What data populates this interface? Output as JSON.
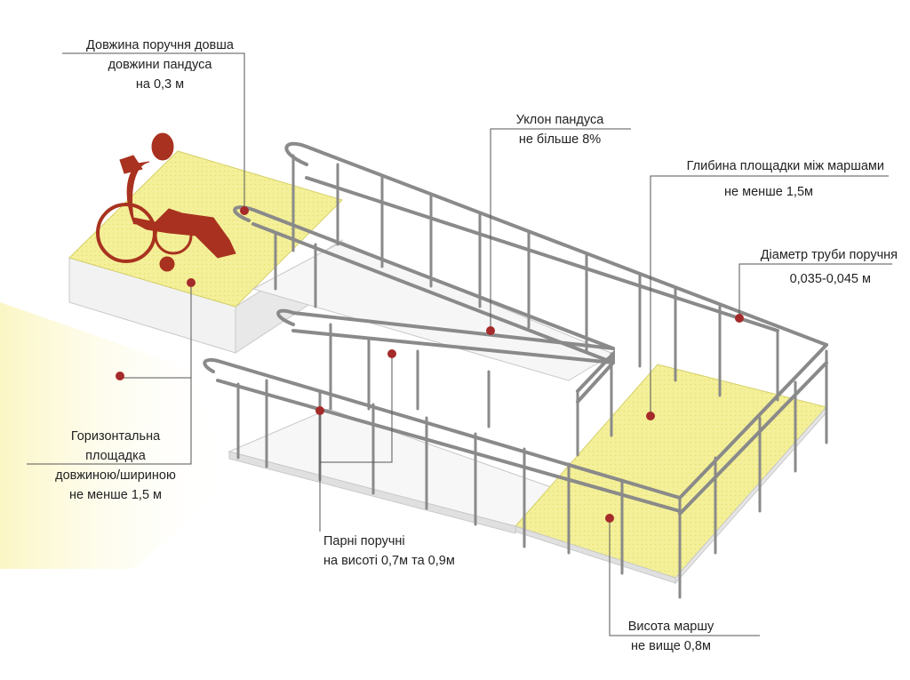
{
  "colors": {
    "platform_fill": "#f4f09a",
    "platform_dots": "#e7df6a",
    "rail": "#8a8a8a",
    "rail_light": "#e9e9e9",
    "slab_side": "#f2f2f2",
    "marker": "#a52a2a",
    "figure": "#a8321f",
    "leader_line": "#555555",
    "ground_glow": "#fbf6c4"
  },
  "annotations": {
    "handrail_length": [
      "Довжина поручня довша",
      "довжини пандуса",
      "на 0,3 м"
    ],
    "ramp_slope": [
      "Уклон пандуса",
      "не більше 8%"
    ],
    "landing_depth": [
      "Глибина площадки між маршами",
      "не менше 1,5м"
    ],
    "pipe_diameter": [
      "Діаметр труби поручня",
      "0,035-0,045 м"
    ],
    "horizontal_platform": [
      "Горизонтальна",
      "площадка",
      "довжиною/шириною",
      "не менше 1,5 м"
    ],
    "paired_handrails": [
      "Парні поручні",
      "на висоті 0,7м та 0,9м"
    ],
    "flight_height": [
      "Висота маршу",
      "не вище 0,8м"
    ]
  },
  "icons": {
    "figure": "wheelchair-user-icon",
    "marker": "marker-dot-icon"
  }
}
